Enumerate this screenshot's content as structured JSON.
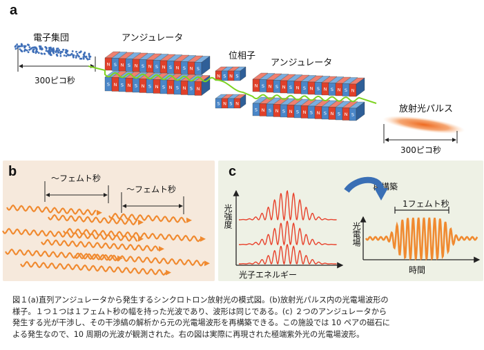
{
  "panel_a": {
    "letter": "a",
    "electron_bunch_label": "電子集団",
    "bunch_duration": "300ピコ秒",
    "undulator_label_1": "アンジュレータ",
    "phase_shifter_label": "位相子",
    "undulator_label_2": "アンジュレータ",
    "pulse_label": "放射光パルス",
    "pulse_duration": "300ピコ秒",
    "magnet_pole_n": "N",
    "magnet_pole_s": "S"
  },
  "panel_b": {
    "letter": "b",
    "duration_label_1": "～フェムト秒",
    "duration_label_2": "～フェムト秒"
  },
  "panel_c": {
    "letter": "c",
    "reconstruct_label": "再構築",
    "one_fs_label": "1フェムト秒",
    "y_label_left": "光強度",
    "x_label_left": "光子エネルギー",
    "y_label_right": "光電場",
    "x_label_right": "時間"
  },
  "caption": {
    "line1": "図１(a)直列アンジュレータから発生するシンクロトロン放射光の模式図。(b)放射光パルス内の光電場波形の",
    "line2": "様子。１つ１つは１フェムト秒の幅を持った光波であり、波形は同じである。(c) ２つのアンジュレータから",
    "line3": "発生する光が干渉し、その干渉縞の解析から元の光電場波形を再構築できる。この施設では 10 ペアの磁石に",
    "line4": "よる発生なので、10 周期の光波が観測された。右の図は実際に再現された極端紫外光の光電場波形。"
  },
  "colors": {
    "magnet_red": "#e0402a",
    "magnet_blue": "#4a86c8",
    "beam_green": "#7ed321",
    "wave_orange": "#f08a30",
    "spectrum_red": "#e8402a",
    "panel_b_bg": "#f6e9dc",
    "panel_c_bg": "#eef1e5",
    "arrow_blue": "#3a6fb5"
  }
}
